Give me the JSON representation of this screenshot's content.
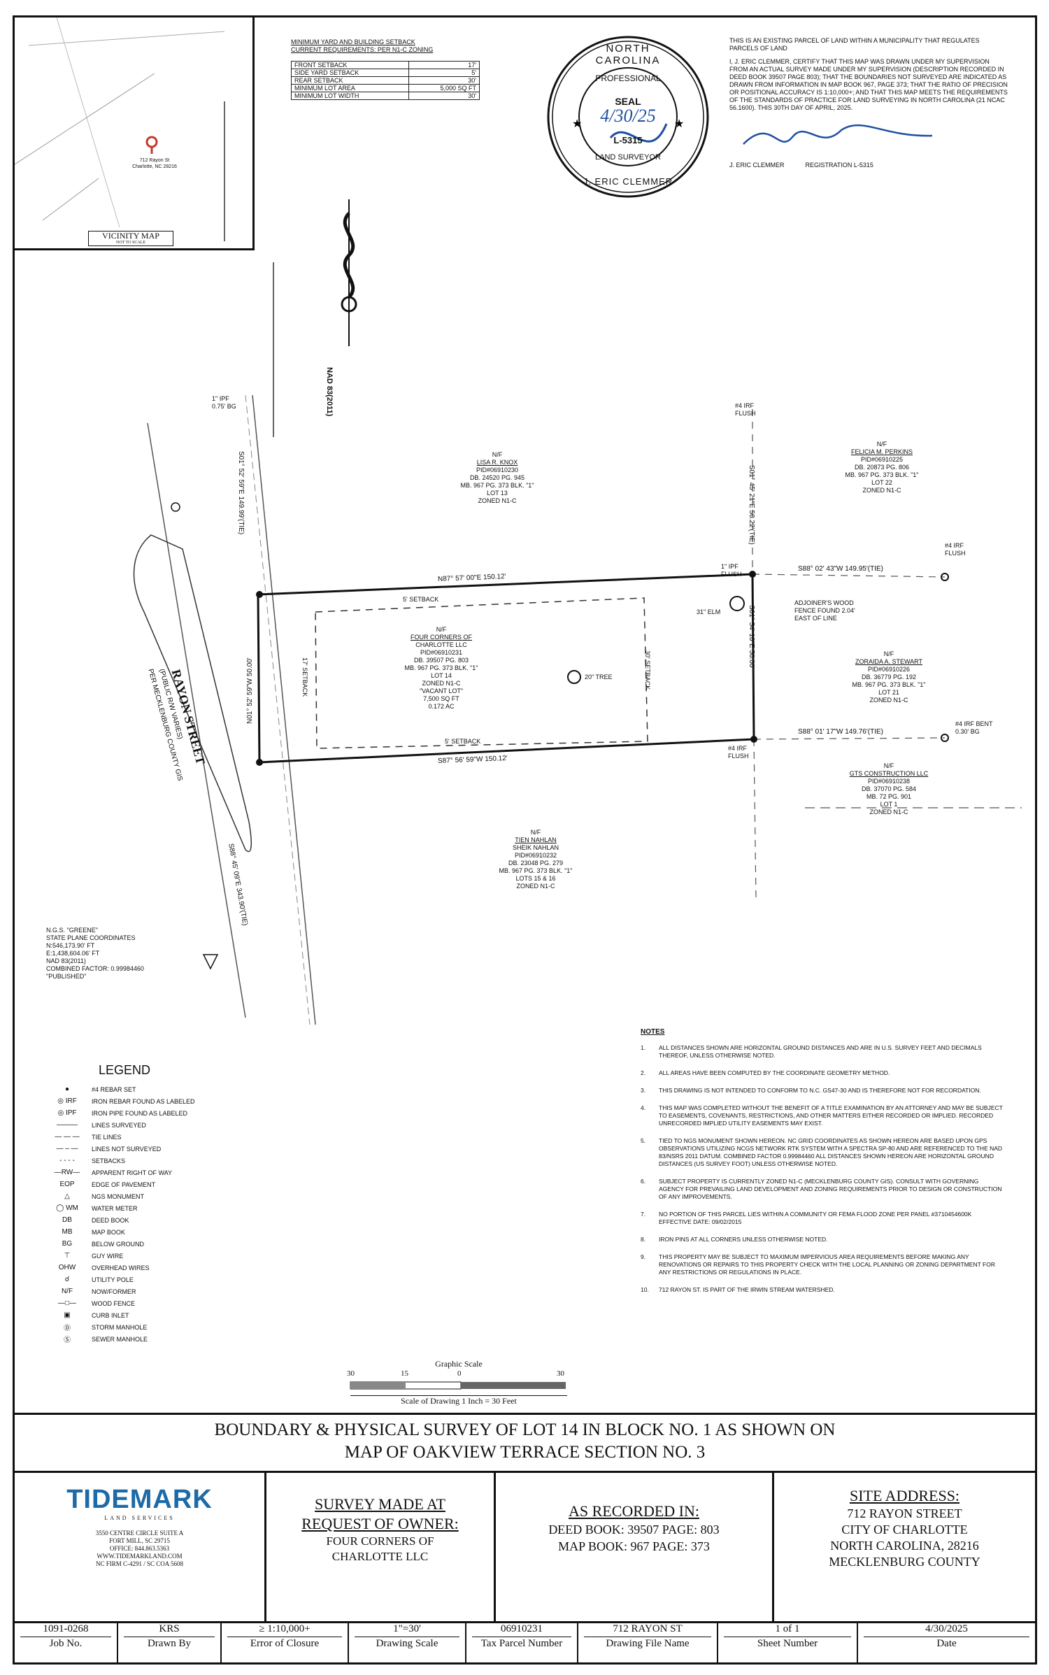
{
  "vicinity_map": {
    "label": "VICINITY MAP",
    "sublabel": "NOT TO SCALE",
    "pin_label_1": "712 Rayon St",
    "pin_label_2": "Charlotte, NC 28216"
  },
  "setbacks": {
    "heading_1": "MINIMUM YARD AND BUILDING SETBACK",
    "heading_2": "CURRENT REQUIREMENTS: PER N1-C ZONING",
    "rows": [
      {
        "label": "FRONT SETBACK",
        "value": "17'"
      },
      {
        "label": "SIDE YARD SETBACK",
        "value": "5'"
      },
      {
        "label": "REAR SETBACK",
        "value": "30'"
      },
      {
        "label": "MINIMUM LOT AREA",
        "value": "5,000 SQ FT"
      },
      {
        "label": "MINIMUM LOT WIDTH",
        "value": "30'"
      }
    ]
  },
  "seal": {
    "top_text": "NORTH CAROLINA",
    "ring_text": "PROFESSIONAL",
    "seal_word": "SEAL",
    "date_sig": "4/30/25",
    "number": "L-5315",
    "ring_bottom": "LAND SURVEYOR",
    "name": "J. ERIC CLEMMER"
  },
  "certification": {
    "line_1": "THIS IS AN EXISTING PARCEL OF LAND WITHIN A MUNICIPALITY THAT REGULATES PARCELS OF LAND",
    "line_2": "I, J. ERIC CLEMMER, CERTIFY THAT THIS MAP WAS DRAWN UNDER MY SUPERVISION FROM AN ACTUAL SURVEY MADE UNDER MY SUPERVISION (DESCRIPTION RECORDED IN DEED BOOK 39507 PAGE 803); THAT THE BOUNDARIES NOT SURVEYED ARE INDICATED AS DRAWN FROM INFORMATION IN MAP BOOK 967, PAGE 373; THAT THE RATIO OF PRECISION OR POSITIONAL ACCURACY IS 1:10,000+; AND THAT THIS MAP MEETS THE REQUIREMENTS OF THE STANDARDS OF PRACTICE FOR LAND SURVEYING IN NORTH CAROLINA (21 NCAC 56.1600). THIS 30TH DAY OF APRIL, 2025.",
    "signer": "J. ERIC CLEMMER",
    "registration": "REGISTRATION L-5315"
  },
  "north_arrow": {
    "label": "NAD 83(2011)"
  },
  "plat": {
    "street_name": "RAYON STREET",
    "street_sub_1": "(PUBLIC R/W VARIES)",
    "street_sub_2": "PER MECKLENBURG COUNTY GIS",
    "top_call": "N87° 57' 00\"E 150.12'",
    "bottom_call": "S87° 56' 59\"W 150.12'",
    "left_call": "N01° 52' 59\"W 50.00'",
    "right_call": "S01° 54' 10\"E 50.00'",
    "left_tie": "S01° 52' 59\"E 149.99'(TIE)",
    "right_tie": "S01° 45' 21\"E 50.22'(TIE)",
    "east_tie_top": "S88° 02' 43\"W 149.95'(TIE)",
    "east_tie_bottom": "S88° 01' 17\"W 149.76'(TIE)",
    "left_bottom_tie": "S88° 45' 09\"E 343.90'(TIE)",
    "irf_top_left_1": "1\" IPF",
    "irf_top_left_2": "0.75' BG",
    "rebar_top_right": "#4 IRF FLUSH",
    "ipf_right": "1\" IPF FLUSH",
    "irf_far_right": "#4 IRF FLUSH",
    "irf_bent_1": "#4 IRF BENT",
    "irf_bent_2": "0.30' BG",
    "irs_bottom_right": "#4 IRF FLUSH",
    "setback_top": "5' SETBACK",
    "setback_bottom": "5' SETBACK",
    "setback_left": "17' SETBACK",
    "setback_right": "30' SETBACK",
    "elm_label": "31\" ELM",
    "tree_label": "20\" TREE",
    "fence_note_1": "ADJOINER'S WOOD",
    "fence_note_2": "FENCE FOUND 2.04'",
    "fence_note_3": "EAST OF LINE",
    "subject": [
      "N/F",
      "FOUR CORNERS OF",
      "CHARLOTTE LLC",
      "PID#06910231",
      "DB. 39507 PG. 803",
      "MB. 967 PG. 373 BLK. \"1\"",
      "LOT 14",
      "ZONED N1-C",
      "\"VACANT LOT\"",
      "7,500 SQ FT",
      "0.172 AC"
    ],
    "adj_north": [
      "N/F",
      "LISA R. KNOX",
      "PID#06910230",
      "DB. 24520 PG. 945",
      "MB. 967 PG. 373 BLK. \"1\"",
      "LOT 13",
      "ZONED N1-C"
    ],
    "adj_ne": [
      "N/F",
      "FELICIA M. PERKINS",
      "PID#06910225",
      "DB. 20873 PG. 806",
      "MB. 967 PG. 373 BLK. \"1\"",
      "LOT 22",
      "ZONED N1-C"
    ],
    "adj_e": [
      "N/F",
      "ZORAIDA A. STEWART",
      "PID#06910226",
      "DB. 36779 PG. 192",
      "MB. 967 PG. 373 BLK. \"1\"",
      "LOT 21",
      "ZONED N1-C"
    ],
    "adj_se": [
      "N/F",
      "GTS CONSTRUCTION LLC",
      "PID#06910238",
      "DB. 37070 PG. 584",
      "MB. 72 PG. 901",
      "LOT 1",
      "ZONED N1-C"
    ],
    "adj_s": [
      "N/F",
      "TIEN NAHLAN",
      "SHEIK NAHLAN",
      "PID#06910232",
      "DB. 23048 PG. 279",
      "MB. 967 PG. 373 BLK. \"1\"",
      "LOTS 15 & 16",
      "ZONED N1-C"
    ],
    "ngs": [
      "N.G.S. \"GREENE\"",
      "STATE PLANE COORDINATES",
      "N:546,173.90' FT",
      "E:1,438,604.06' FT",
      "NAD 83(2011)",
      "COMBINED FACTOR: 0.99984460",
      "\"PUBLISHED\""
    ]
  },
  "legend": {
    "title": "LEGEND",
    "items": [
      {
        "sym": "●",
        "label": "#4 REBAR SET"
      },
      {
        "sym": "◎ IRF",
        "label": "IRON REBAR FOUND AS LABELED"
      },
      {
        "sym": "◎ IPF",
        "label": "IRON PIPE FOUND AS LABELED"
      },
      {
        "sym": "———",
        "label": "LINES SURVEYED"
      },
      {
        "sym": "— — —",
        "label": "TIE LINES"
      },
      {
        "sym": "— – —",
        "label": "LINES NOT SURVEYED"
      },
      {
        "sym": "- - - -",
        "label": "SETBACKS"
      },
      {
        "sym": "—RW—",
        "label": "APPARENT RIGHT OF WAY"
      },
      {
        "sym": "EOP",
        "label": "EDGE OF PAVEMENT"
      },
      {
        "sym": "△",
        "label": "NGS MONUMENT"
      },
      {
        "sym": "◯ WM",
        "label": "WATER METER"
      },
      {
        "sym": "DB",
        "label": "DEED BOOK"
      },
      {
        "sym": "MB",
        "label": "MAP BOOK"
      },
      {
        "sym": "BG",
        "label": "BELOW GROUND"
      },
      {
        "sym": "⊤",
        "label": "GUY WIRE"
      },
      {
        "sym": "OHW",
        "label": "OVERHEAD WIRES"
      },
      {
        "sym": "☌",
        "label": "UTILITY POLE"
      },
      {
        "sym": "N/F",
        "label": "NOW/FORMER"
      },
      {
        "sym": "—□—",
        "label": "WOOD FENCE"
      },
      {
        "sym": "▣",
        "label": "CURB INLET"
      },
      {
        "sym": "Ⓓ",
        "label": "STORM MANHOLE"
      },
      {
        "sym": "Ⓢ",
        "label": "SEWER MANHOLE"
      }
    ]
  },
  "scale": {
    "title": "Graphic Scale",
    "ticks": [
      "30",
      "15",
      "0",
      "30"
    ],
    "caption": "Scale of Drawing 1 Inch = 30 Feet"
  },
  "notes": {
    "title": "NOTES",
    "items": [
      {
        "n": "1.",
        "t": "ALL DISTANCES SHOWN ARE HORIZONTAL GROUND DISTANCES AND ARE IN U.S. SURVEY FEET AND DECIMALS THEREOF, UNLESS OTHERWISE NOTED."
      },
      {
        "n": "2.",
        "t": "ALL AREAS HAVE BEEN COMPUTED BY THE COORDINATE GEOMETRY METHOD."
      },
      {
        "n": "3.",
        "t": "THIS DRAWING IS NOT INTENDED TO CONFORM TO N.C. GS47-30 AND IS THEREFORE NOT FOR RECORDATION."
      },
      {
        "n": "4.",
        "t": "THIS MAP WAS COMPLETED WITHOUT THE BENEFIT OF A TITLE EXAMINATION BY AN ATTORNEY AND MAY BE SUBJECT TO EASEMENTS, COVENANTS, RESTRICTIONS, AND OTHER MATTERS EITHER RECORDED OR IMPLIED. RECORDED UNRECORDED IMPLIED UTILITY EASEMENTS MAY EXIST."
      },
      {
        "n": "5.",
        "t": "TIED TO NGS MONUMENT SHOWN HEREON. NC GRID COORDINATES AS SHOWN HEREON ARE BASED UPON GPS OBSERVATIONS UTILIZING NCGS NETWORK RTK SYSTEM WITH A SPECTRA SP-80 AND ARE REFERENCED TO THE NAD 83/NSRS 2011 DATUM. COMBINED FACTOR 0.99984460 ALL DISTANCES SHOWN HEREON ARE HORIZONTAL GROUND DISTANCES (US SURVEY FOOT) UNLESS OTHERWISE NOTED."
      },
      {
        "n": "6.",
        "t": "SUBJECT PROPERTY IS CURRENTLY ZONED N1-C (MECKLENBURG COUNTY GIS). CONSULT WITH GOVERNING AGENCY FOR PREVAILING LAND DEVELOPMENT AND ZONING REQUIREMENTS PRIOR TO DESIGN OR CONSTRUCTION OF ANY IMPROVEMENTS."
      },
      {
        "n": "7.",
        "t": "NO PORTION OF THIS PARCEL LIES WITHIN A COMMUNITY OR FEMA FLOOD ZONE PER PANEL #3710454600K EFFECTIVE DATE: 09/02/2015"
      },
      {
        "n": "8.",
        "t": "IRON PINS AT ALL CORNERS UNLESS OTHERWISE NOTED."
      },
      {
        "n": "9.",
        "t": "THIS PROPERTY MAY BE SUBJECT TO MAXIMUM IMPERVIOUS AREA REQUIREMENTS BEFORE MAKING ANY RENOVATIONS OR REPAIRS TO THIS PROPERTY CHECK WITH THE LOCAL PLANNING OR ZONING DEPARTMENT FOR ANY RESTRICTIONS OR REGULATIONS IN PLACE."
      },
      {
        "n": "10.",
        "t": "712 RAYON ST. IS PART OF THE IRWIN STREAM WATERSHED."
      }
    ]
  },
  "title": {
    "line_1": "BOUNDARY & PHYSICAL SURVEY OF LOT 14 IN BLOCK NO. 1 AS SHOWN ON",
    "line_2": "MAP OF OAKVIEW TERRACE SECTION NO. 3"
  },
  "company": {
    "logo_main": "TIDEMARK",
    "logo_sub": "LAND SERVICES",
    "address_1": "3550 CENTRE CIRCLE SUITE A",
    "address_2": "FORT MILL, SC 29715",
    "office": "OFFICE: 844.863.5363",
    "web": "WWW.TIDEMARKLAND.COM",
    "license": "NC FIRM C-4291 / SC COA 5608"
  },
  "request": {
    "line_1": "SURVEY MADE AT",
    "line_2": "REQUEST OF OWNER:",
    "owner_1": "FOUR CORNERS OF",
    "owner_2": "CHARLOTTE LLC"
  },
  "recorded": {
    "heading": "AS RECORDED IN:",
    "deed": "DEED BOOK: 39507 PAGE: 803",
    "map": "MAP BOOK: 967 PAGE: 373"
  },
  "site": {
    "heading": "SITE ADDRESS:",
    "line_1": "712 RAYON STREET",
    "line_2": "CITY OF CHARLOTTE",
    "line_3": "NORTH CAROLINA, 28216",
    "line_4": "MECKLENBURG COUNTY"
  },
  "footer": [
    {
      "value": "1091-0268",
      "label": "Job No."
    },
    {
      "value": "KRS",
      "label": "Drawn By"
    },
    {
      "value": "≥ 1:10,000+",
      "label": "Error of Closure"
    },
    {
      "value": "1\"=30'",
      "label": "Drawing Scale"
    },
    {
      "value": "06910231",
      "label": "Tax Parcel Number"
    },
    {
      "value": "712 RAYON ST",
      "label": "Drawing File Name"
    },
    {
      "value": "1 of 1",
      "label": "Sheet Number"
    },
    {
      "value": "4/30/2025",
      "label": "Date"
    }
  ]
}
